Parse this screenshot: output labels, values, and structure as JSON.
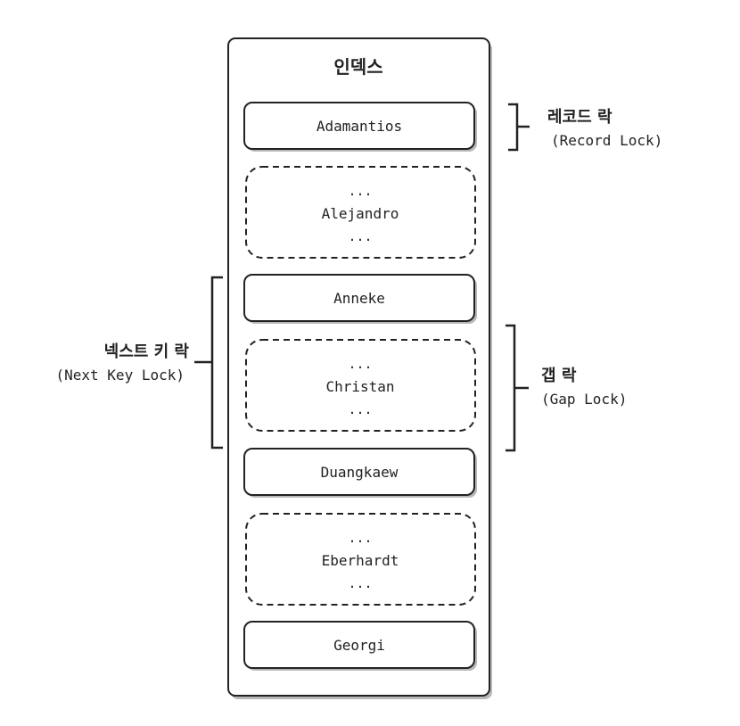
{
  "index": {
    "title": "인덱스"
  },
  "records": [
    {
      "label": "Adamantios",
      "kind": "record"
    },
    {
      "prefix": "...",
      "label": "Alejandro",
      "suffix": "...",
      "kind": "gap"
    },
    {
      "label": "Anneke",
      "kind": "record"
    },
    {
      "prefix": "...",
      "label": "Christan",
      "suffix": "...",
      "kind": "gap"
    },
    {
      "label": "Duangkaew",
      "kind": "record"
    },
    {
      "prefix": "...",
      "label": "Eberhardt",
      "suffix": "...",
      "kind": "gap"
    },
    {
      "label": "Georgi",
      "kind": "record"
    }
  ],
  "annotations": {
    "record_lock": {
      "korean": "레코드 락",
      "english": "(Record Lock)"
    },
    "gap_lock": {
      "korean": "갭 락",
      "english": "(Gap Lock)"
    },
    "next_key_lock": {
      "korean": "넥스트 키 락",
      "english": "(Next Key Lock)"
    }
  },
  "colors": {
    "stroke": "#222222",
    "shadow": "#b8b8b8",
    "background": "#ffffff"
  }
}
